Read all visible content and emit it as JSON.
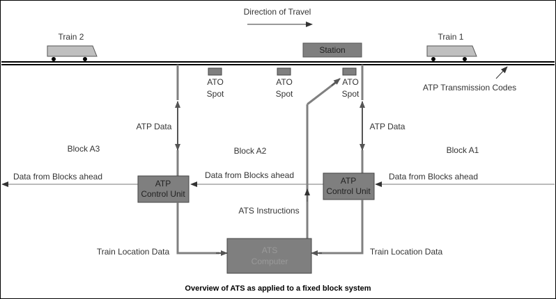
{
  "top": {
    "direction_label": "Direction of Travel",
    "train_2": "Train 2",
    "train_1": "Train 1",
    "station": "Station"
  },
  "ato_spots": [
    {
      "line1": "ATO",
      "line2": "Spot"
    },
    {
      "line1": "ATO",
      "line2": "Spot"
    },
    {
      "line1": "ATO",
      "line2": "Spot"
    }
  ],
  "atp_transmission_label": "ATP Transmission Codes",
  "atp_data_left": "ATP Data",
  "atp_data_right": "ATP Data",
  "blocks": {
    "a3": "Block A3",
    "a2": "Block A2",
    "a1": "Block A1"
  },
  "data_from_blocks": {
    "left": "Data from Blocks ahead",
    "middle": "Data from Blocks ahead",
    "right": "Data from Blocks ahead"
  },
  "atp_unit_left": {
    "line1": "ATP",
    "line2": "Control Unit"
  },
  "atp_unit_right": {
    "line1": "ATP",
    "line2": "Control Unit"
  },
  "ats_instructions": "ATS Instructions",
  "ats_computer": {
    "line1": "ATS",
    "line2": "Computer"
  },
  "train_location_left": "Train Location Data",
  "train_location_right": "Train Location Data",
  "caption": "Overview of ATS as applied to a fixed block system",
  "colors": {
    "box_fill": "#7f7f7f",
    "light_box_fill": "#bfbfbf",
    "rail": "#000000",
    "signal_line": "#808080"
  }
}
